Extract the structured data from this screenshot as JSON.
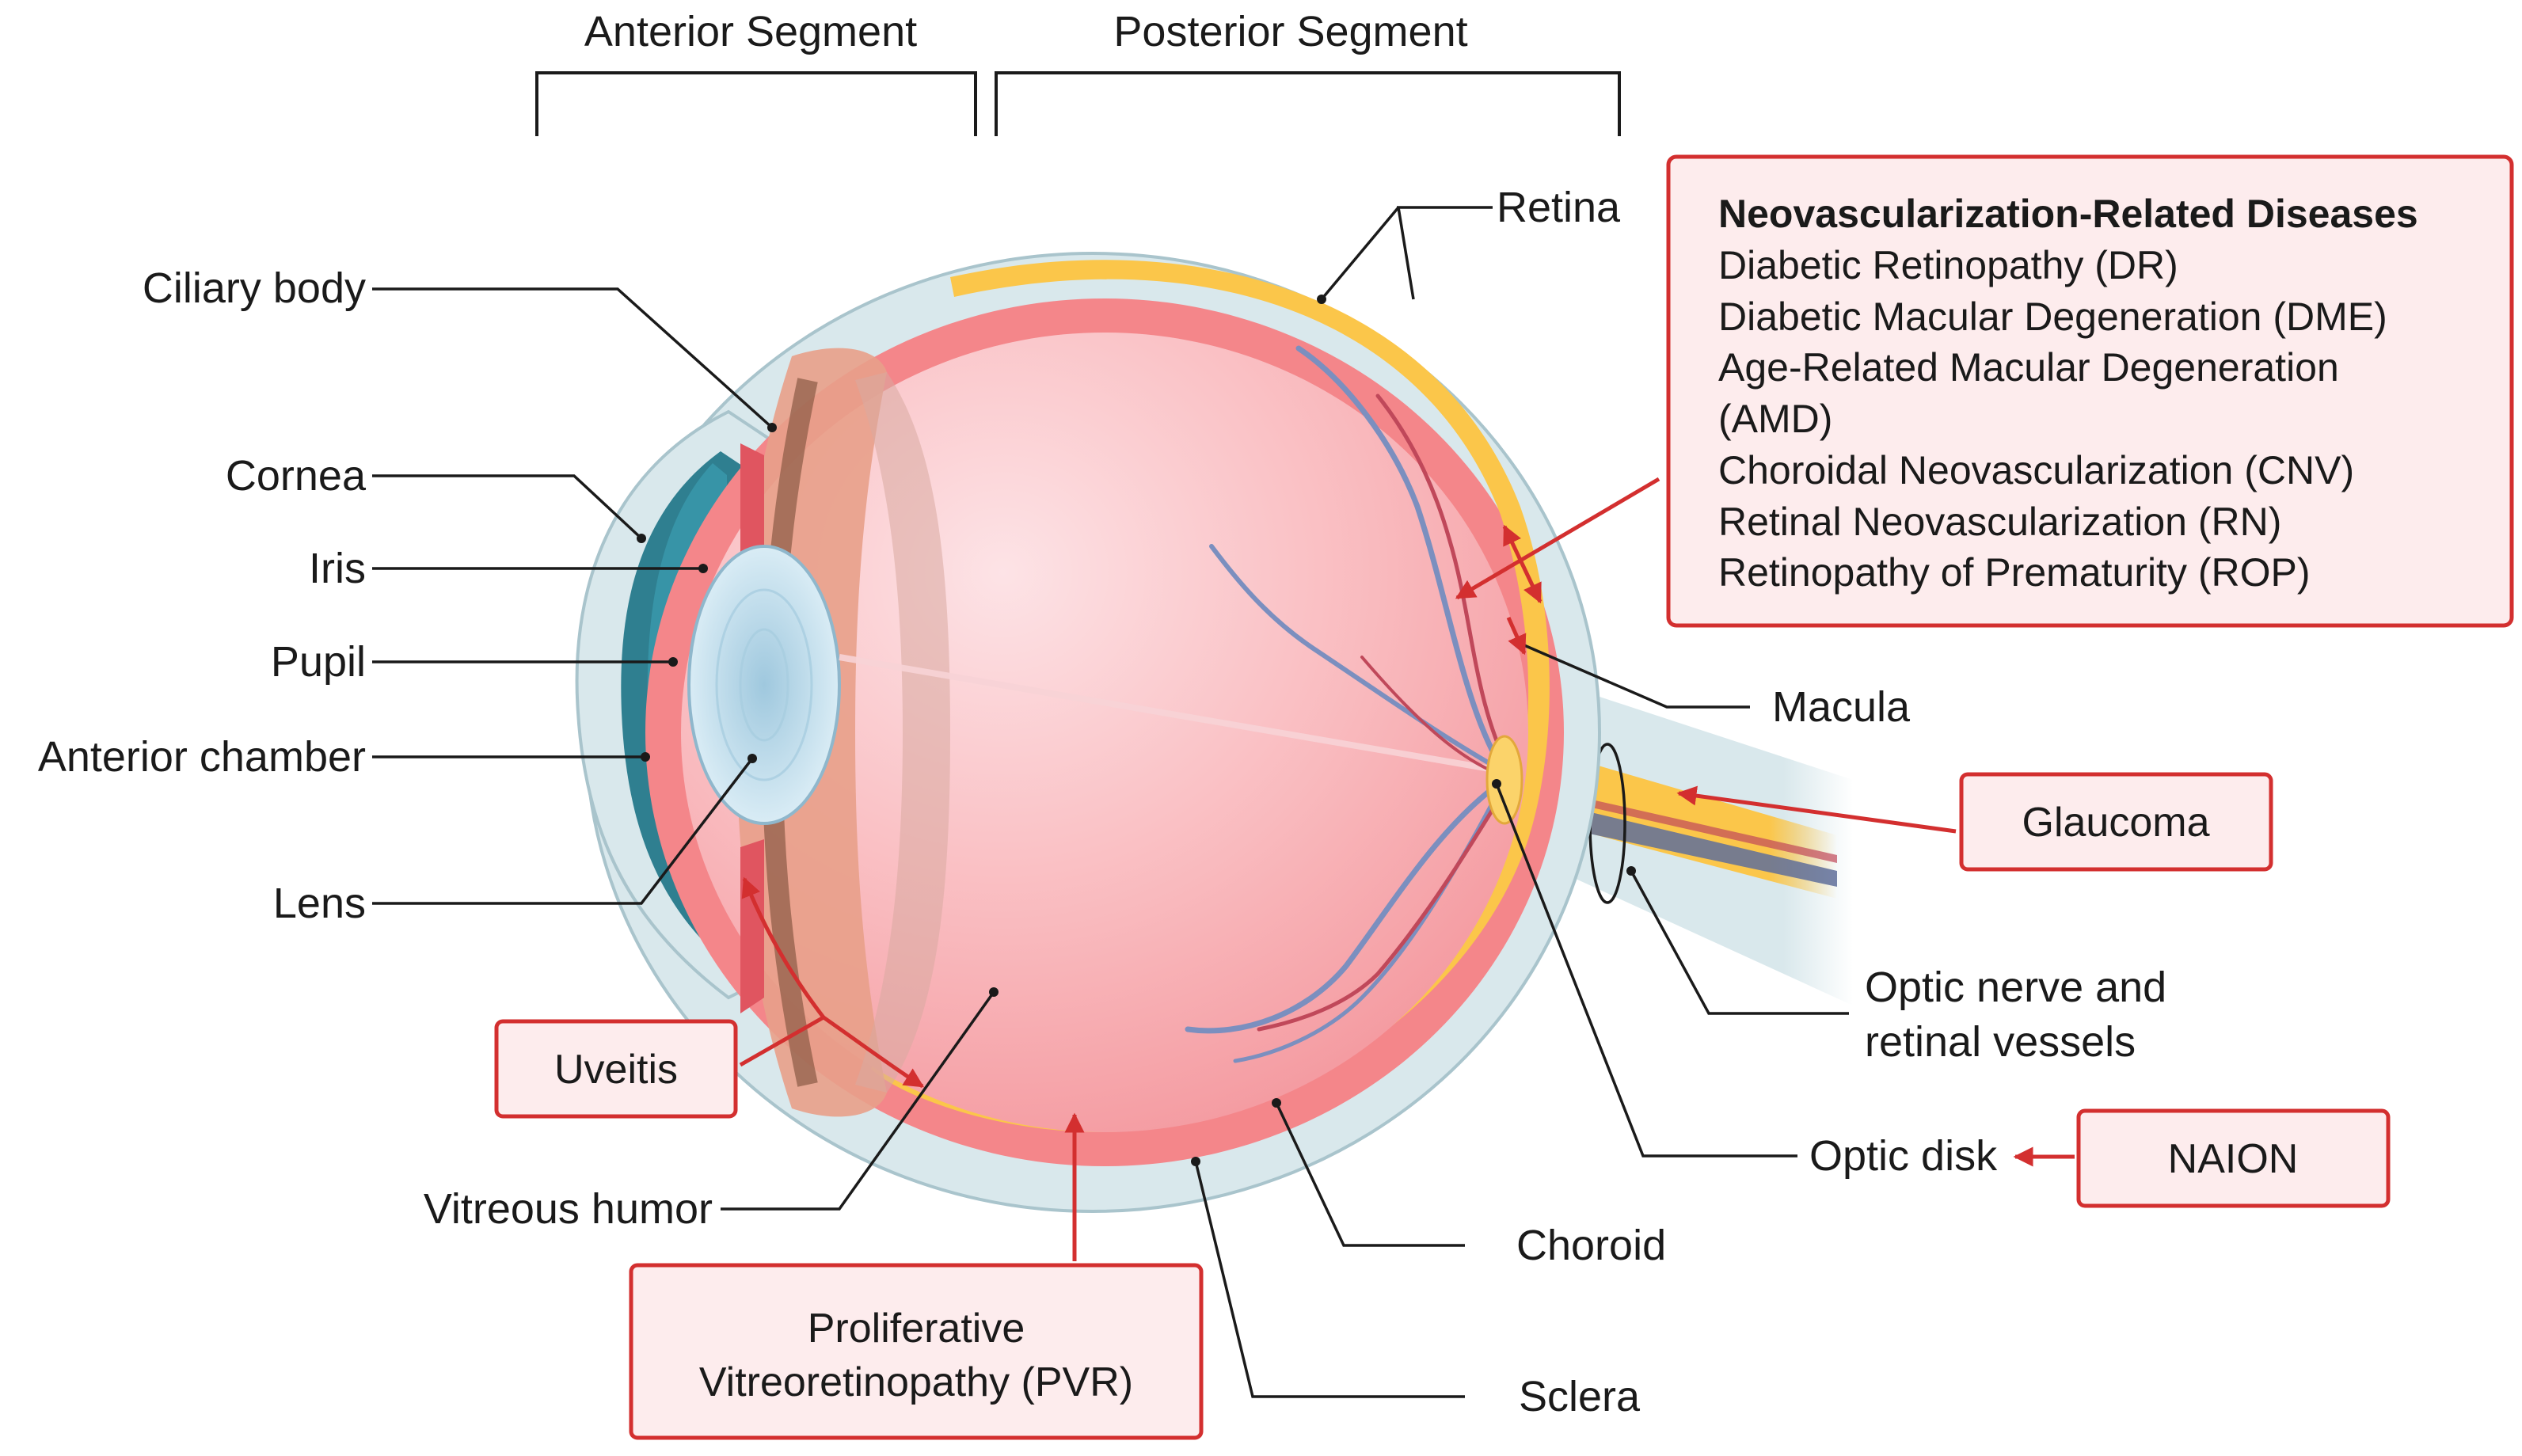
{
  "segments": {
    "anterior": "Anterior Segment",
    "posterior": "Posterior Segment"
  },
  "labels": {
    "retina": "Retina",
    "ciliary_body": "Ciliary body",
    "cornea": "Cornea",
    "iris": "Iris",
    "pupil": "Pupil",
    "anterior_chamber": "Anterior chamber",
    "lens": "Lens",
    "macula": "Macula",
    "optic_nerve_line1": "Optic nerve and",
    "optic_nerve_line2": "retinal vessels",
    "optic_disk": "Optic disk",
    "choroid": "Choroid",
    "sclera": "Sclera",
    "vitreous_humor": "Vitreous humor"
  },
  "diseases": {
    "neo_box": {
      "title": "Neovascularization-Related Diseases",
      "items": [
        "Diabetic Retinopathy (DR)",
        "Diabetic Macular Degeneration (DME)",
        "Age-Related Macular Degeneration",
        "(AMD)",
        "Choroidal Neovascularization (CNV)",
        "Retinal Neovascularization (RN)",
        "Retinopathy of Prematurity (ROP)"
      ]
    },
    "glaucoma": "Glaucoma",
    "naion": "NAION",
    "uveitis": "Uveitis",
    "pvr_line1": "Proliferative",
    "pvr_line2": "Vitreoretinopathy (PVR)"
  },
  "colors": {
    "accent_red": "#d32f2f",
    "box_fill": "#fdeced",
    "sclera": "#d9e8ec",
    "choroid": "#f4868a",
    "retina": "#fbc64a",
    "vitreous": "#f9b7b9",
    "optic_nerve": "#fbc64a",
    "cornea_chamber": "#2f7f90"
  }
}
